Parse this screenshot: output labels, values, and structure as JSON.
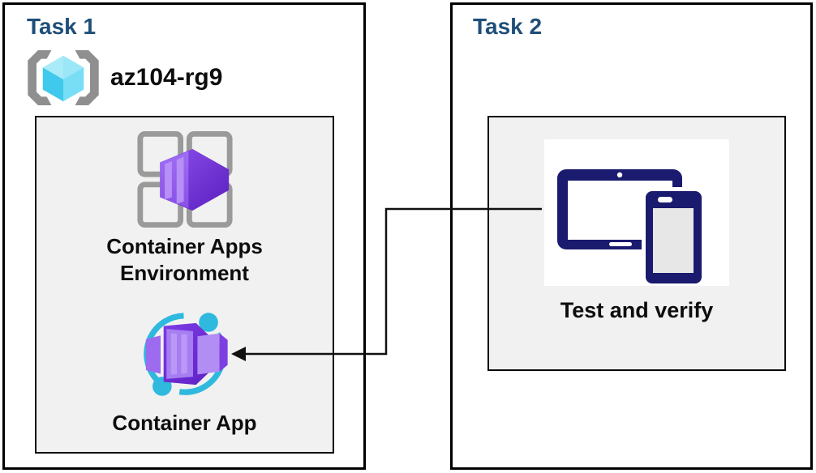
{
  "diagram": {
    "type": "azure-lab-tasks-flow",
    "background": "#ffffff"
  },
  "task1": {
    "title": "Task 1",
    "resource_group": {
      "name": "az104-rg9",
      "icon": "resource-group-icon"
    },
    "environment_node": {
      "label": "Container Apps Environment",
      "icon": "container-apps-environment-icon"
    },
    "app_node": {
      "label": "Container App",
      "icon": "container-app-icon"
    }
  },
  "task2": {
    "title": "Task 2",
    "verify_node": {
      "label": "Test and verify",
      "icon": "tablet-phone-devices-icon"
    }
  },
  "connector": {
    "from": "test-and-verify",
    "to": "container-app",
    "shape": "elbow",
    "arrowhead": "left",
    "color": "#111111"
  },
  "colors": {
    "task_title": "#1F4E79",
    "box_border": "#000000",
    "inner_box_fill": "#f1f1f1",
    "label_text": "#0d0d0d",
    "device_navy": "#1a1a6e",
    "cyan_accent": "#2fb9de",
    "purple_light": "#a67ef2",
    "purple_dark": "#6527cf",
    "bracket_gray": "#8f8f8f",
    "grid_gray": "#9a9a9a",
    "cube_cyan_top": "#A9EBF8",
    "cube_cyan_left": "#3FC9EC",
    "cube_cyan_right": "#77DEF6"
  }
}
